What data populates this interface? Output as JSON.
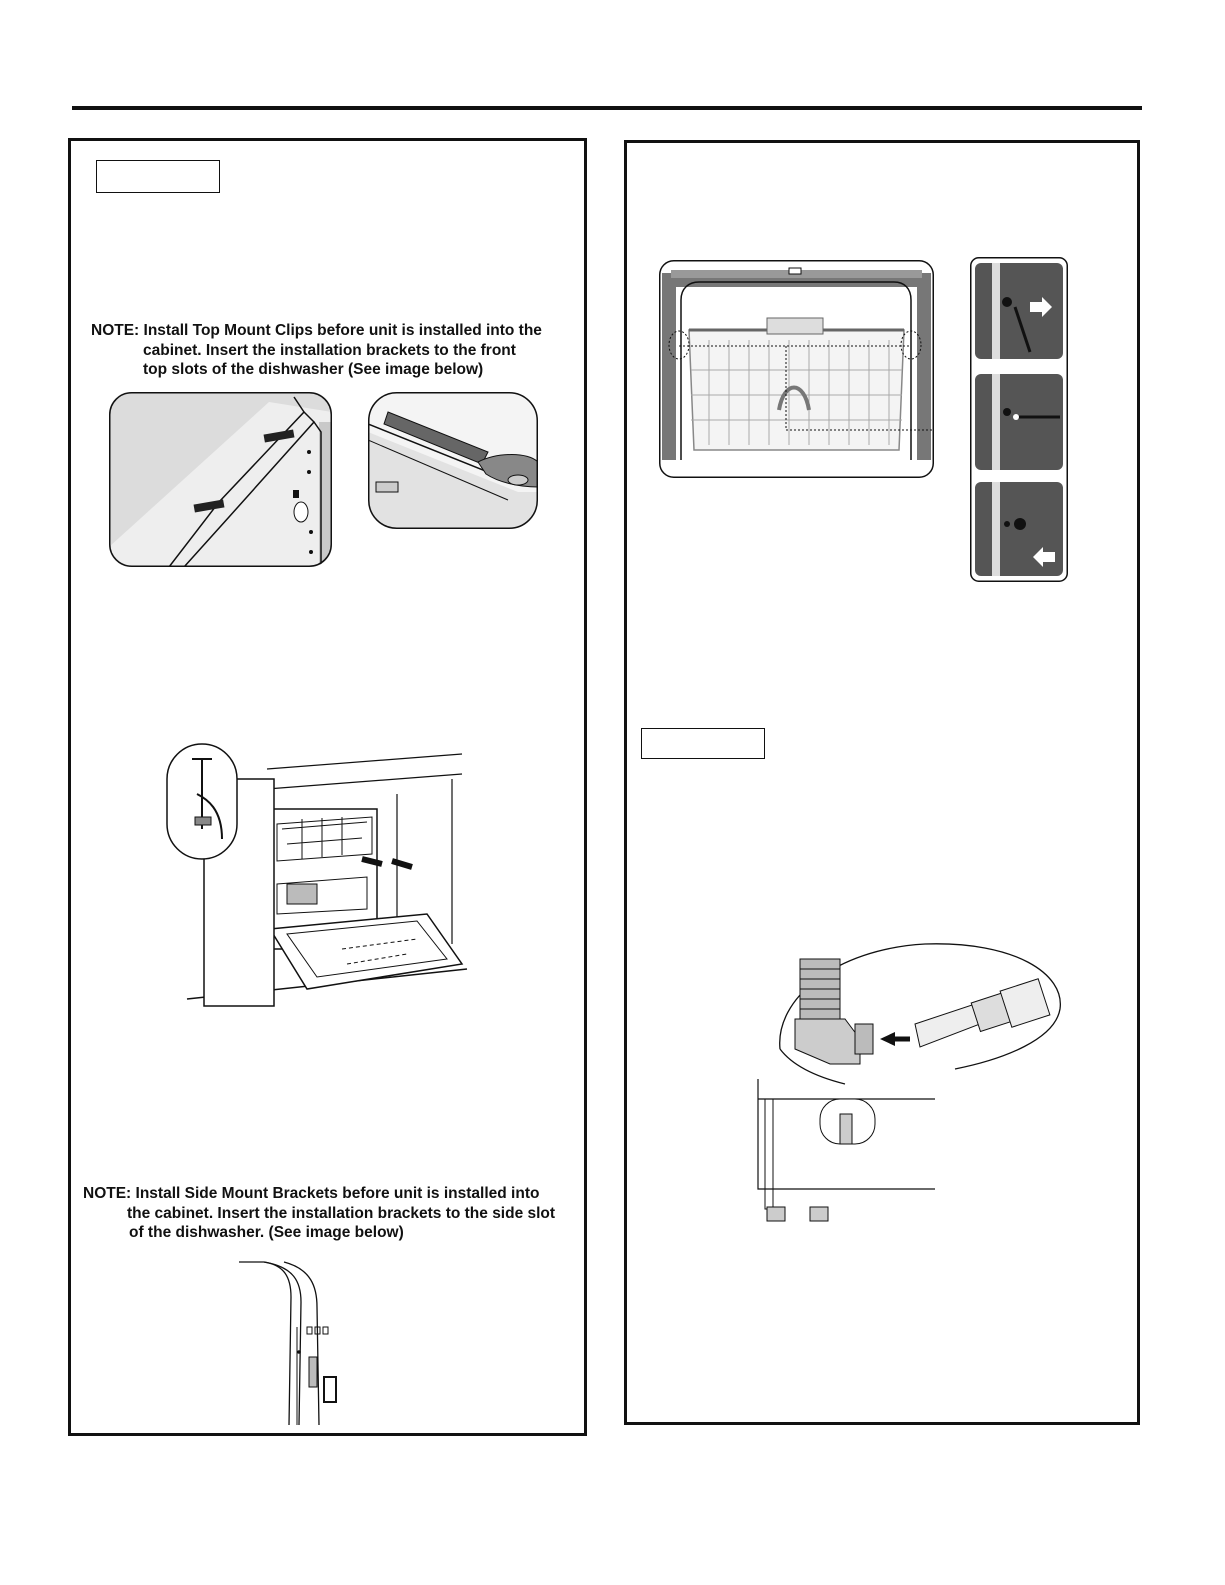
{
  "notes": {
    "top_mount": {
      "line1": "NOTE:  Install Top Mount Clips before unit is installed into the",
      "line2": "cabinet.  Insert the installation brackets to the front",
      "line3": "top slots of the dishwasher  (See image below)"
    },
    "side_mount": {
      "line1": "NOTE: Install Side Mount Brackets before unit is installed into",
      "line2": "the cabinet.  Insert the installation brackets to the side slot",
      "line3": "of the dishwasher. (See image below)"
    }
  },
  "icons": [
    "top-mount-clip-closeup",
    "bracket-pliers-closeup",
    "dishwasher-installed-in-cabinet",
    "side-mount-bracket",
    "dishwasher-front-view",
    "hole-plug-steps",
    "water-elbow-connection"
  ],
  "colors": {
    "ink": "#111111",
    "dark_fill": "#555555",
    "light_fill": "#dddddd"
  }
}
